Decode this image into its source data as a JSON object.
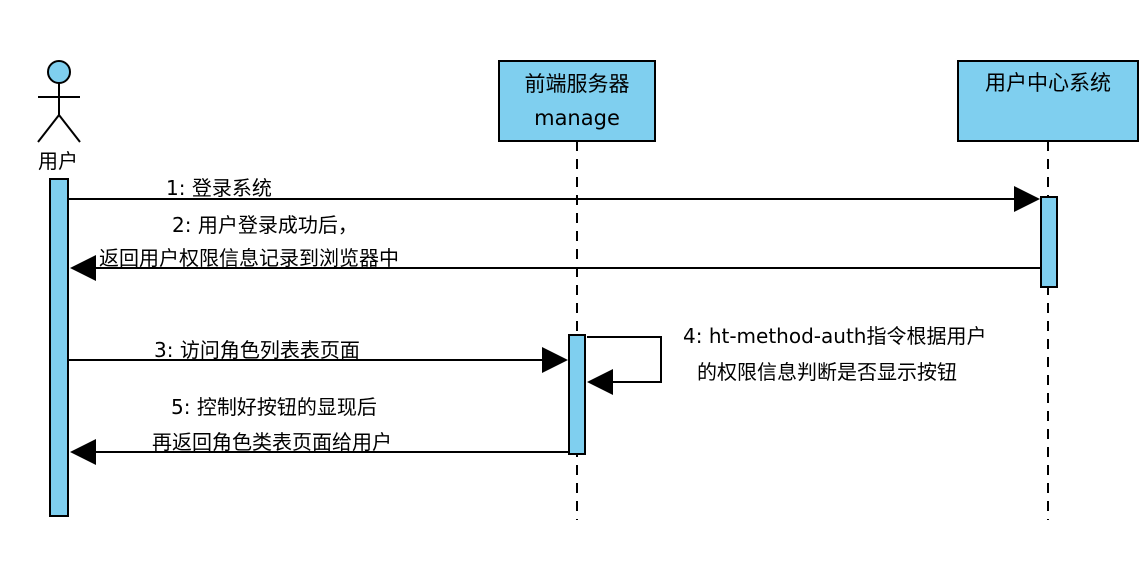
{
  "actors": {
    "user": {
      "label": "用户"
    },
    "frontend": {
      "label_line1": "前端服务器",
      "label_line2": "manage"
    },
    "usercenter": {
      "label": "用户中心系统"
    }
  },
  "messages": {
    "m1": {
      "line1": "1: 登录系统"
    },
    "m2": {
      "line1": "2: 用户登录成功后，",
      "line2": "返回用户权限信息记录到浏览器中"
    },
    "m3": {
      "line1": "3: 访问角色列表表页面"
    },
    "m4": {
      "line1": "4: ht-method-auth指令根据用户",
      "line2": "的权限信息判断是否显示按钮"
    },
    "m5": {
      "line1": "5: 控制好按钮的显现后",
      "line2": "再返回角色类表页面给用户"
    }
  },
  "colors": {
    "fill": "#7fcfef",
    "stroke": "#000000"
  }
}
